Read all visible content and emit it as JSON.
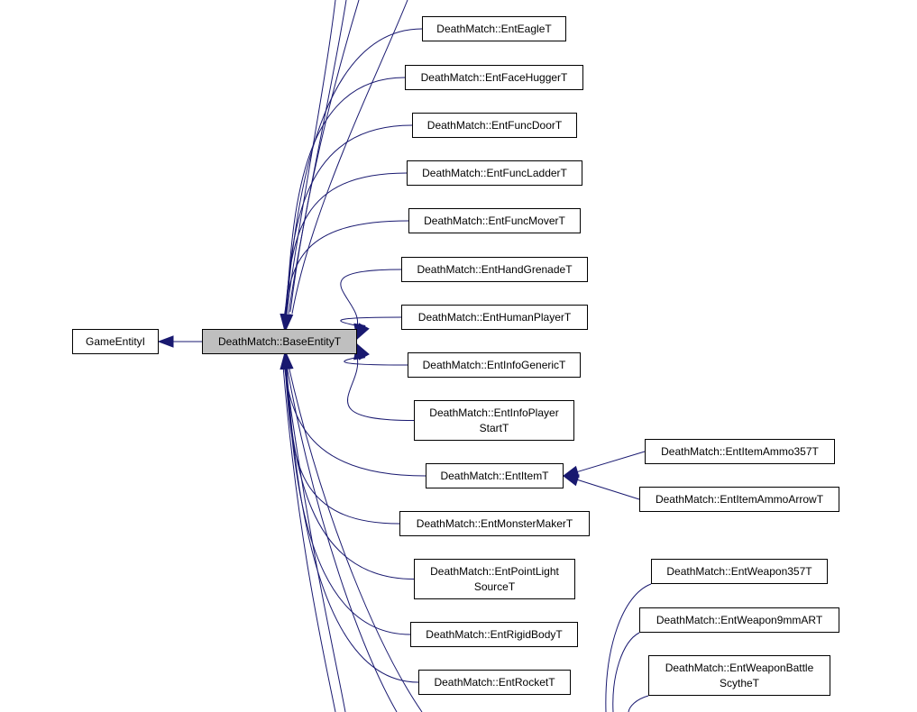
{
  "diagram": {
    "edge_color": "#191970",
    "focus_fill": "#bfbfbf",
    "nodes": {
      "gameentity": {
        "lines": [
          "GameEntityI"
        ]
      },
      "baseentity": {
        "lines": [
          "DeathMatch::BaseEntityT"
        ]
      },
      "eagle": {
        "lines": [
          "DeathMatch::EntEagleT"
        ]
      },
      "facehugger": {
        "lines": [
          "DeathMatch::EntFaceHuggerT"
        ]
      },
      "funcdoor": {
        "lines": [
          "DeathMatch::EntFuncDoorT"
        ]
      },
      "funcladder": {
        "lines": [
          "DeathMatch::EntFuncLadderT"
        ]
      },
      "funcmover": {
        "lines": [
          "DeathMatch::EntFuncMoverT"
        ]
      },
      "handgrenade": {
        "lines": [
          "DeathMatch::EntHandGrenadeT"
        ]
      },
      "humanplayer": {
        "lines": [
          "DeathMatch::EntHumanPlayerT"
        ]
      },
      "infogeneric": {
        "lines": [
          "DeathMatch::EntInfoGenericT"
        ]
      },
      "infoplayerstart": {
        "lines": [
          "DeathMatch::EntInfoPlayer",
          "StartT"
        ]
      },
      "item": {
        "lines": [
          "DeathMatch::EntItemT"
        ]
      },
      "monstermaker": {
        "lines": [
          "DeathMatch::EntMonsterMakerT"
        ]
      },
      "pointlight": {
        "lines": [
          "DeathMatch::EntPointLight",
          "SourceT"
        ]
      },
      "rigidbody": {
        "lines": [
          "DeathMatch::EntRigidBodyT"
        ]
      },
      "rocket": {
        "lines": [
          "DeathMatch::EntRocketT"
        ]
      },
      "itemammo357": {
        "lines": [
          "DeathMatch::EntItemAmmo357T"
        ]
      },
      "itemammoarrow": {
        "lines": [
          "DeathMatch::EntItemAmmoArrowT"
        ]
      },
      "weapon357": {
        "lines": [
          "DeathMatch::EntWeapon357T"
        ]
      },
      "weapon9mmar": {
        "lines": [
          "DeathMatch::EntWeapon9mmART"
        ]
      },
      "weaponbattlescythe": {
        "lines": [
          "DeathMatch::EntWeaponBattle",
          "ScytheT"
        ]
      }
    },
    "edges": [
      {
        "from": "baseentity",
        "to": "gameentity"
      },
      {
        "from": "eagle",
        "to": "baseentity"
      },
      {
        "from": "facehugger",
        "to": "baseentity"
      },
      {
        "from": "funcdoor",
        "to": "baseentity"
      },
      {
        "from": "funcladder",
        "to": "baseentity"
      },
      {
        "from": "funcmover",
        "to": "baseentity"
      },
      {
        "from": "handgrenade",
        "to": "baseentity"
      },
      {
        "from": "humanplayer",
        "to": "baseentity"
      },
      {
        "from": "infogeneric",
        "to": "baseentity"
      },
      {
        "from": "infoplayerstart",
        "to": "baseentity"
      },
      {
        "from": "item",
        "to": "baseentity"
      },
      {
        "from": "monstermaker",
        "to": "baseentity"
      },
      {
        "from": "pointlight",
        "to": "baseentity"
      },
      {
        "from": "rigidbody",
        "to": "baseentity"
      },
      {
        "from": "rocket",
        "to": "baseentity"
      },
      {
        "from": "itemammo357",
        "to": "item"
      },
      {
        "from": "itemammoarrow",
        "to": "item"
      }
    ]
  }
}
